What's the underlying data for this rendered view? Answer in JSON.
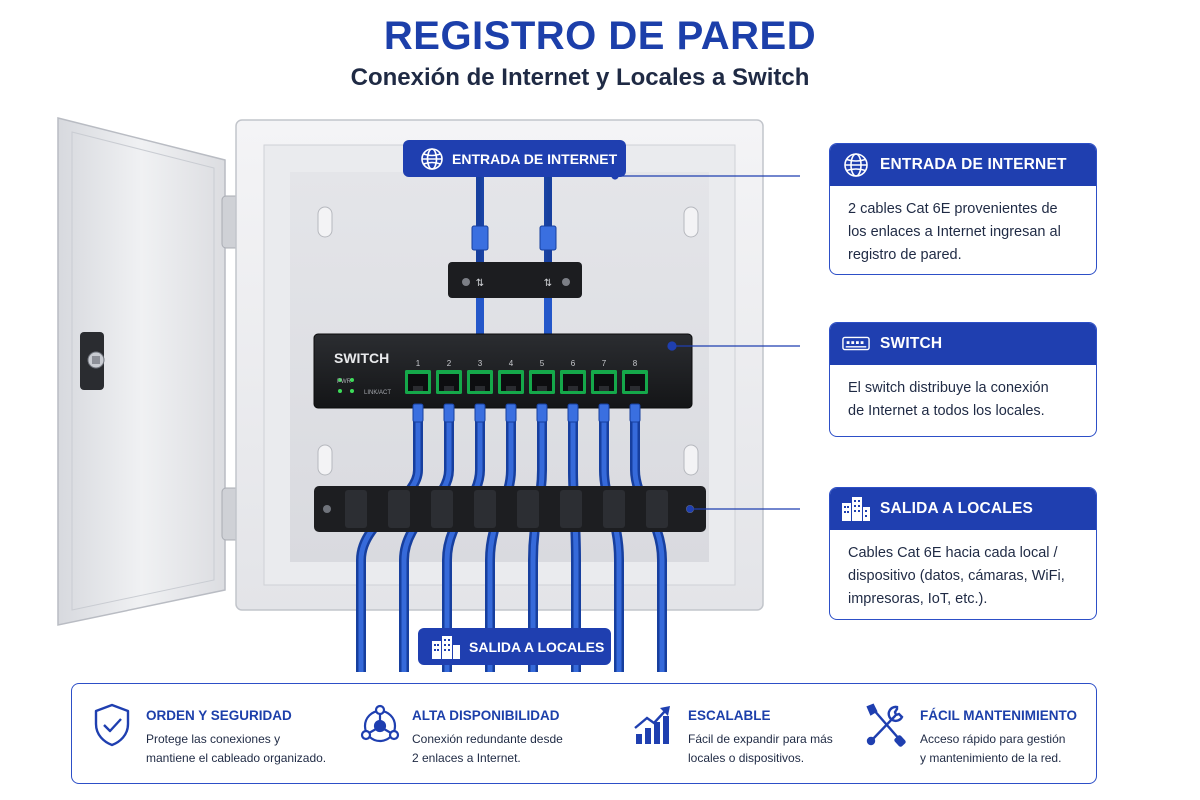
{
  "header": {
    "title": "REGISTRO DE PARED",
    "subtitle": "Conexión de Internet y Locales a Switch"
  },
  "diagram": {
    "internet_tag": "ENTRADA DE INTERNET",
    "switch_label": "SWITCH",
    "switch_pwr": "PWR",
    "switch_link": "LINK/ACT",
    "port_numbers": [
      "1",
      "2",
      "3",
      "4",
      "5",
      "6",
      "7",
      "8"
    ],
    "locales_tag": "SALIDA A LOCALES"
  },
  "cards": {
    "internet": {
      "title": "ENTRADA DE INTERNET",
      "icon": "globe-icon",
      "lines": [
        "2 cables Cat 6E provenientes de",
        "los enlaces a Internet ingresan al",
        "registro de pared."
      ]
    },
    "switch": {
      "title": "SWITCH",
      "icon": "switch-icon",
      "lines": [
        "El switch distribuye la conexión",
        "de Internet a todos los locales."
      ]
    },
    "locales": {
      "title": "SALIDA A LOCALES",
      "icon": "buildings-icon",
      "lines": [
        "Cables Cat 6E hacia cada local /",
        "dispositivo (datos, cámaras, WiFi,",
        "impresoras, IoT, etc.)."
      ]
    }
  },
  "features": [
    {
      "title": "ORDEN Y SEGURIDAD",
      "icon": "shield-check-icon",
      "lines": [
        "Protege las conexiones y",
        "mantiene el cableado organizado."
      ]
    },
    {
      "title": "ALTA DISPONIBILIDAD",
      "icon": "network-hub-icon",
      "lines": [
        "Conexión redundante desde",
        "2 enlaces a Internet."
      ]
    },
    {
      "title": "ESCALABLE",
      "icon": "growth-chart-icon",
      "lines": [
        "Fácil de expandir para más",
        "locales o dispositivos."
      ]
    },
    {
      "title": "FÁCIL MANTENIMIENTO",
      "icon": "tools-icon",
      "lines": [
        "Acceso rápido para gestión",
        "y mantenimiento de la red."
      ]
    }
  ],
  "colors": {
    "brand_blue": "#1f3fb0",
    "cable_blue": "#2457c9",
    "enclosure": "#ecedf0"
  }
}
